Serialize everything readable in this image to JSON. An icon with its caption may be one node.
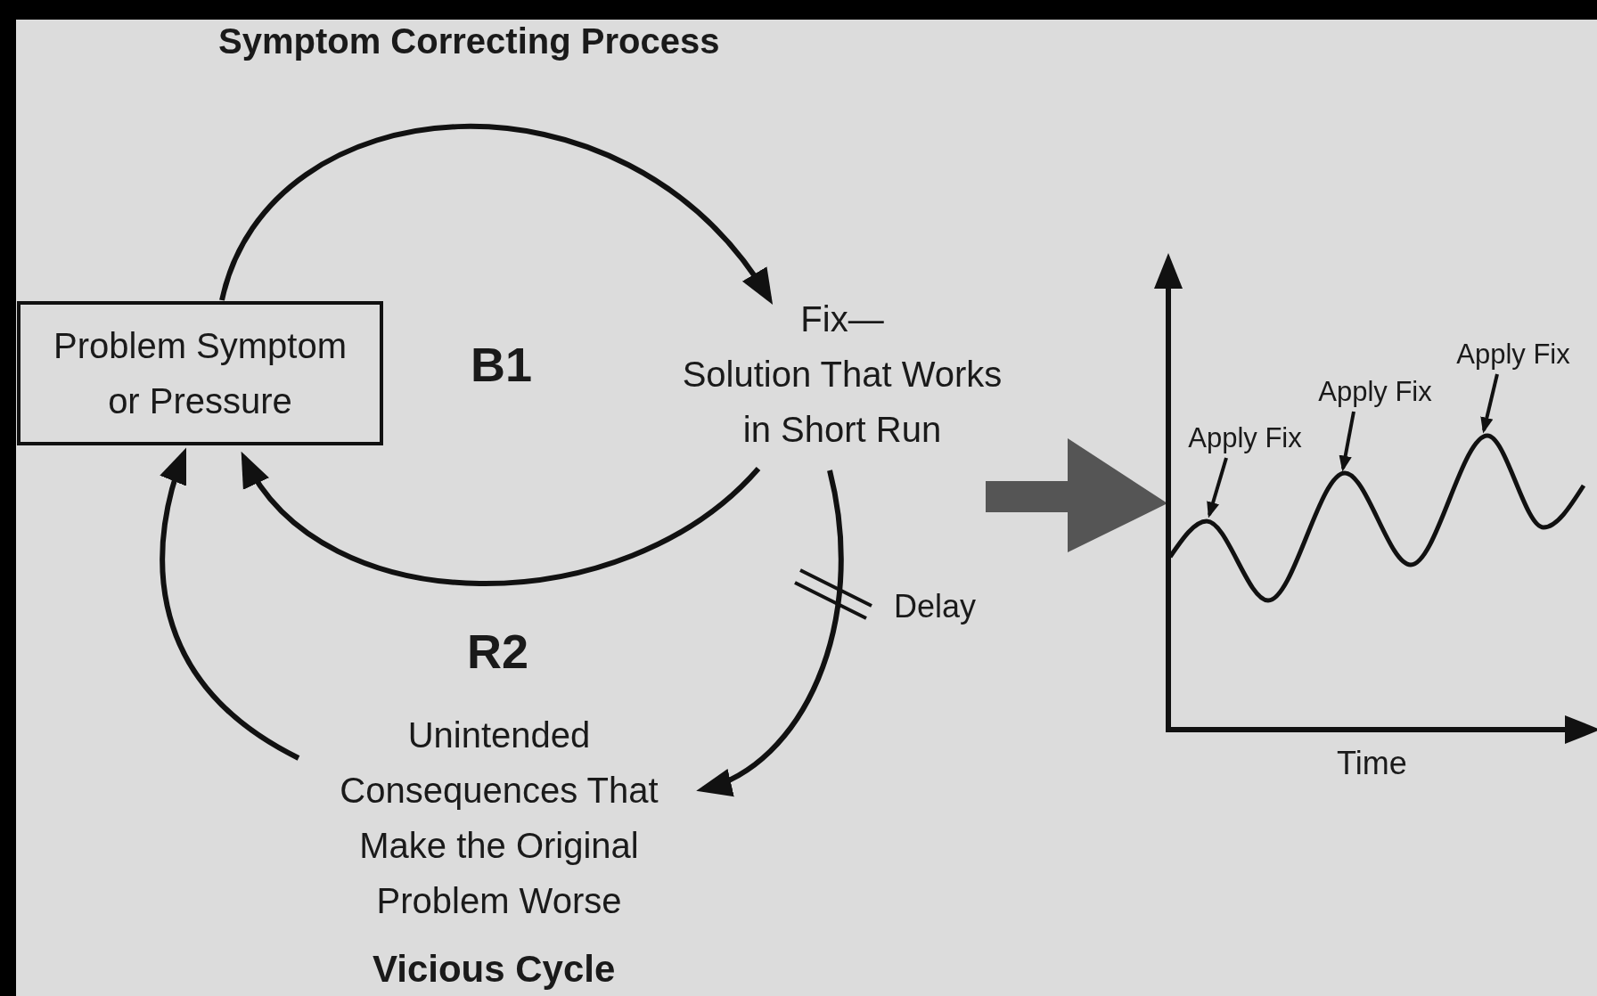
{
  "diagram": {
    "title": "Symptom Correcting Process",
    "nodes": [
      {
        "text": [
          "Problem Symptom or Pressure"
        ]
      },
      {
        "text": [
          "Fix—",
          "Solution That Works in Short Run"
        ]
      },
      {
        "text": [
          "Unintended Consequences That Make the Original Problem Worse"
        ]
      },
      {
        "text": [
          "Apply Fix"
        ]
      },
      {
        "text": [
          "Apply Fix"
        ]
      },
      {
        "text": [
          "Apply Fix"
        ]
      },
      {
        "text": [],
        "shape": "curve"
      }
    ],
    "edges": [
      {
        "from": 0,
        "to": 1,
        "arrow": "to"
      },
      {
        "from": 1,
        "to": 0,
        "arrow": "to"
      },
      {
        "from": 1,
        "to": 2,
        "arrow": "to"
      },
      {
        "from": 2,
        "to": 0,
        "arrow": "to"
      },
      {
        "from": 3,
        "to": 6,
        "arrow": "to"
      },
      {
        "from": 4,
        "to": 6,
        "arrow": "to"
      },
      {
        "from": 5,
        "to": 6,
        "arrow": "to"
      }
    ],
    "labels": [
      "B1",
      "R2",
      "Delay",
      "Time",
      "Vicious Cycle"
    ]
  }
}
